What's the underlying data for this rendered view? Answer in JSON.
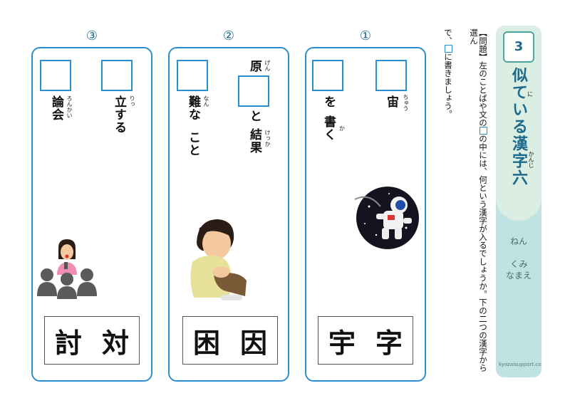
{
  "sidebar": {
    "number": "3",
    "title": "似ている漢字六",
    "title_ruby_ni": "に",
    "title_ruby_kanji": "かんじ",
    "nen": "ねん",
    "kumi": "くみ",
    "namae": "なまえ",
    "site": "kyozaisupport.com"
  },
  "instructions": {
    "tag": "【問題】",
    "line1a": "左のことばや文の",
    "line1b": "の中には、何という漢字が入るでしょうか。下の二つの漢字から選ん",
    "line2a": "で、",
    "line2b": "に書きましょう。"
  },
  "questions": [
    {
      "number": "①",
      "top_word": "宙",
      "top_ruby": "ちゅう",
      "left_word": "を",
      "left_word2": "書く",
      "left_ruby": "か",
      "choices": [
        "宇",
        "字"
      ]
    },
    {
      "number": "②",
      "top_word": "原",
      "top_ruby": "げん",
      "mid_word": "と",
      "mid_word2": "結果",
      "mid_ruby": "けっか",
      "left_word": "難な",
      "left_word2": "こと",
      "left_ruby": "なん",
      "choices": [
        "困",
        "因"
      ]
    },
    {
      "number": "③",
      "top_word": "立する",
      "top_ruby": "りっ",
      "left_word": "論会",
      "left_ruby": "ろんかい",
      "choices": [
        "討",
        "対"
      ]
    }
  ],
  "colors": {
    "accent_blue": "#2a8fd0",
    "title_teal": "#1e6a8a",
    "sidebar_light": "#dbeee4",
    "sidebar_bottom": "#bfe3e2"
  }
}
